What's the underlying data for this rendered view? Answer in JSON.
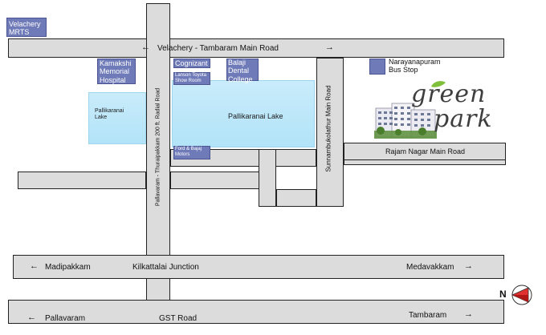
{
  "roads": {
    "velachery_tambaram": "Velachery - Tambaram Main Road",
    "rajam_nagar": "Rajam Nagar Main Road",
    "sunnambukolathur": "Sunnambukolathur Main Road",
    "radial_road": "Pallavaram - Thuraipakkam 200 ft. Radial Road",
    "gst_road": "GST Road"
  },
  "places": {
    "velachery_mrts": "Velachery MRTS",
    "kamakshi_hospital": "Kamakshi Memorial Hospital",
    "cognizant": "Cognizant",
    "lanson_toyota": "Lanson Toyota Show Room",
    "balaji_college": "Balaji Dental College",
    "narayanapuram": "Narayanapuram Bus Stop",
    "ford_bajaj": "Ford & Bajaj Motors",
    "lake_left": "Pallikaranai Lake",
    "lake_main": "Pallikaranai Lake",
    "kilkattalai": "Kilkattalai Junction"
  },
  "directions": {
    "madipakkam": "Madipakkam",
    "medavakkam": "Medavakkam",
    "pallavaram": "Pallavaram",
    "tambaram": "Tambaram"
  },
  "brand": {
    "line1": "green",
    "line2": "park"
  },
  "compass": {
    "north": "N"
  },
  "colors": {
    "road_fill": "#dcdcdc",
    "road_border": "#222222",
    "lake": "#b9e6f9",
    "marker": "#6f7ab8",
    "brand_text": "#3e3e3e",
    "brand_leaf": "#7fbf3a",
    "compass_red": "#e03030"
  }
}
